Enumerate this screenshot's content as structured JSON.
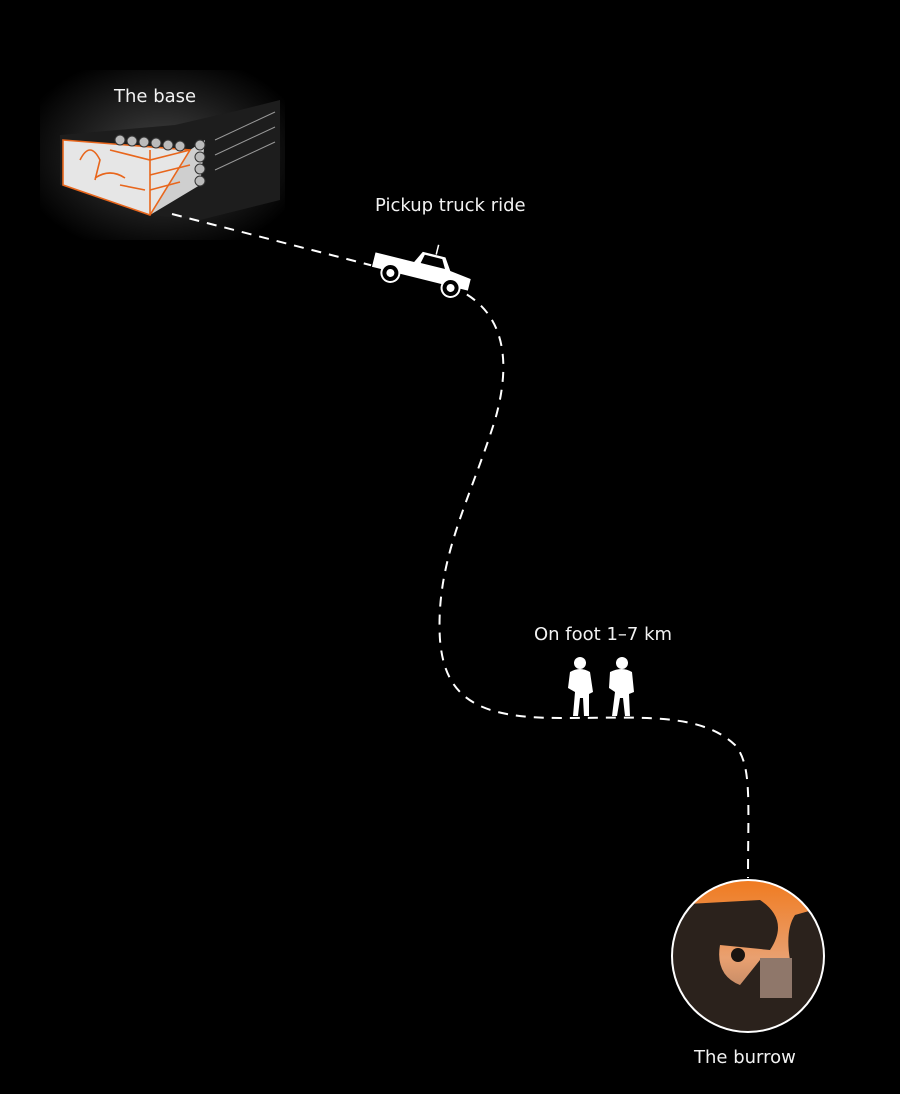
{
  "stops": [
    {
      "label": "The base",
      "icon": "bunker-illustration"
    },
    {
      "label": "Pickup truck ride",
      "icon": "pickup-truck-icon"
    },
    {
      "label": "On foot 1–7 km",
      "icon": "soldiers-walking-icon"
    },
    {
      "label": "The burrow",
      "icon": "burrow-illustration"
    }
  ],
  "colors": {
    "background": "#000000",
    "path": "#ffffff",
    "accent": "#e8661c",
    "ground": "#2b221c"
  }
}
